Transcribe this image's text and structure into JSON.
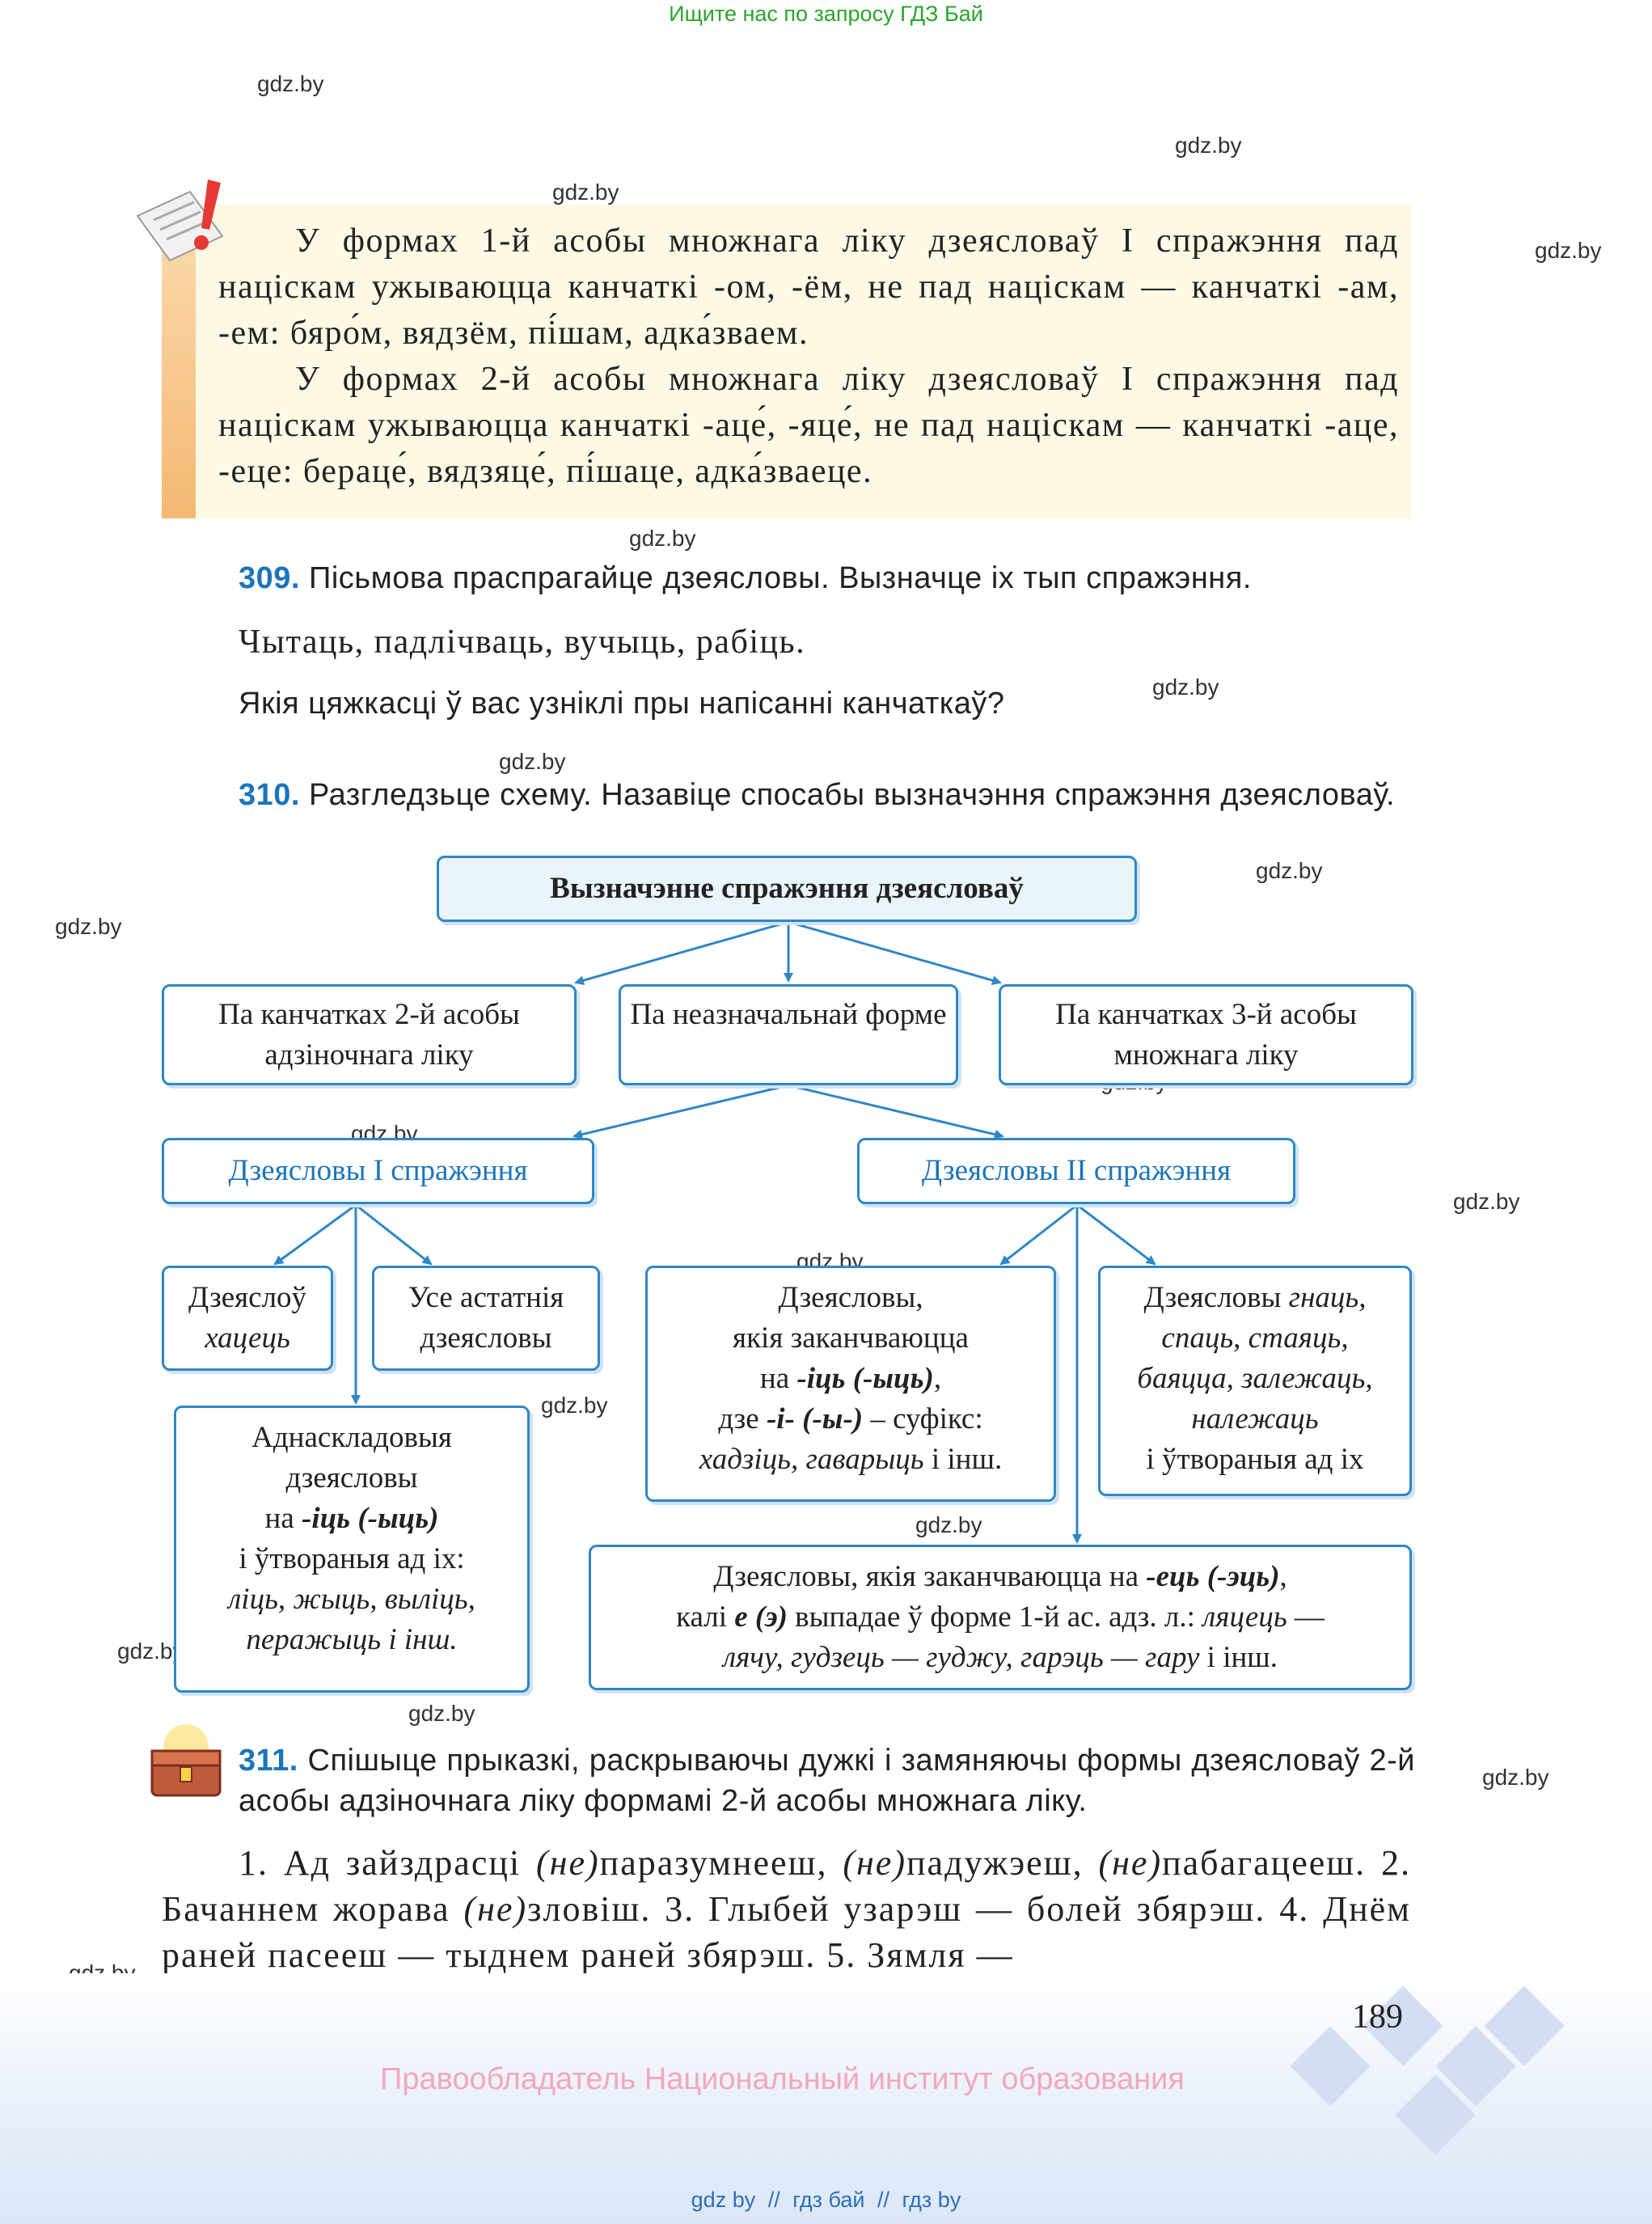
{
  "top_banner": "Ищите нас по запросу ГДЗ Бай",
  "watermark": "gdz.by",
  "bottom_links": [
    "gdz by",
    "//",
    "гдз бай",
    "//",
    "гдз by"
  ],
  "rule": {
    "p1": "У формах 1-й асобы множнага ліку дзеясловаў I спражэння пад націскам ужываюцца канчаткі -ом, -ём, не пад націскам — канчаткі -ам, -ем: бяро́м, вядзём, пі́шам, адка́зваем.",
    "p2": "У формах 2-й асобы множнага ліку дзеясловаў I спражэння пад націскам ужываюцца канчаткі -аце́, -яце́, не пад націскам — канчаткі -аце, -еце: бераце́, вядзяце́, пі́шаце, адка́зваеце."
  },
  "task309": {
    "num": "309.",
    "text": "Пісьмова праспрагайце дзеясловы. Вызначце іх тып спражэння.",
    "words": "Чытаць, падлічваць, вучыць, рабіць.",
    "question": "Якія цяжкасці ў вас узніклі пры напісанні канчаткаў?"
  },
  "task310": {
    "num": "310.",
    "text": "Разгледзьце схему. Назавіце спосабы вызначэння спражэння дзеясловаў."
  },
  "diagram": {
    "root": "Вызначэнне спражэння дзеясловаў",
    "m1": "Па канчатках 2-й асобы адзіночнага ліку",
    "m2": "Па неазначальнай форме",
    "m3": "Па канчатках 3-й асобы множнага ліку",
    "c1": "Дзеясловы I спражэння",
    "c2": "Дзеясловы II спражэння",
    "l1_a": "Дзеяслоў",
    "l1_b": "хацець",
    "l2": "Усе астатнія дзеясловы",
    "l3_1": "Аднаскладовыя",
    "l3_2": "дзеясловы",
    "l3_3a": "на ",
    "l3_3b": "-іць (-ыць)",
    "l3_4": "і ўтвораныя ад іх:",
    "l3_5": "ліць, жыць, выліць,",
    "l3_6a": "пераж",
    "l3_6b": "ыць і інш.",
    "r1_1": "Дзеясловы,",
    "r1_2": "якія заканчваюцца",
    "r1_3a": "на ",
    "r1_3b": "-іць (-ыць)",
    "r1_3c": ",",
    "r1_4a": "дзе ",
    "r1_4b": "-і- (-ы-)",
    "r1_4c": " – суфікс:",
    "r1_5a": "хадзіць, гаварыць",
    "r1_5b": " і інш.",
    "r2_1a": "Дзеясловы ",
    "r2_1b": "гнаць,",
    "r2_2": "спаць, стаяць,",
    "r2_3": "баяцца, залежаць,",
    "r2_4": "належаць",
    "r2_5": "і ўтвораныя ад іх",
    "b_1a": "Дзеясловы, якія заканчваюцца на ",
    "b_1b": "-ець (-эць)",
    "b_1c": ",",
    "b_2a": "калі ",
    "b_2b": "е (э)",
    "b_2c": " выпадае ў форме 1-й ас. адз. л.: ",
    "b_2d": "ляцець",
    "b_2e": " —",
    "b_3a": "лячу, гудзець — гуджу, гарэць — гару",
    "b_3b": " і інш."
  },
  "task311": {
    "num": "311.",
    "text": "Спішыце прыказкі, раскрываючы дужкі і замяняючы формы дзеясловаў 2-й асобы адзіночнага ліку формамі 2-й асобы множнага ліку.",
    "ex1": "1. Ад зайздрасці ",
    "ex2": "(не)",
    "ex3": "паразумнееш, ",
    "ex4": "(не)",
    "ex5": "падужэеш, ",
    "ex6": "(не)",
    "ex7": "пабагацееш. 2. Бачаннем жорава ",
    "ex8": "(не)",
    "ex9": "зловіш. 3. Глыбей узарэш — болей збярэш. 4. Днём раней пасееш — тыднем раней збярэш. 5. Зямля —"
  },
  "page_number": "189",
  "copyright": "Правообладатель Национальный институт образования"
}
